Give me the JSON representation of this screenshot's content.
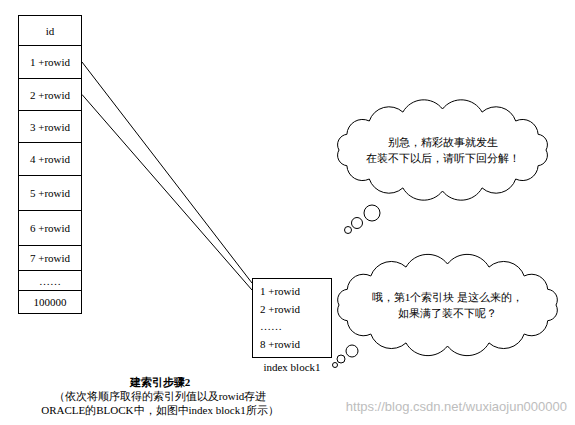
{
  "diagram": {
    "title": "建索引步骤2",
    "caption": "（依次将顺序取得的索引列值以及rowid存进 ORACLE的BLOCK中，如图中index block1所示）",
    "nodes": [
      {
        "text": [
          "id"
        ]
      },
      {
        "text": [
          "1 +rowid"
        ]
      },
      {
        "text": [
          "2 +rowid"
        ]
      },
      {
        "text": [
          "3 +rowid"
        ]
      },
      {
        "text": [
          "4 +rowid"
        ]
      },
      {
        "text": [
          "5 +rowid"
        ]
      },
      {
        "text": [
          "6 +rowid"
        ]
      },
      {
        "text": [
          "7 +rowid"
        ]
      },
      {
        "text": [
          "……"
        ]
      },
      {
        "text": [
          "100000"
        ]
      },
      {
        "text": [
          "别急，精彩故事就发生 在装不下以后，请听下回分解！"
        ]
      },
      {
        "text": [
          "哦，第1个索引块 是这么来的，如果满了装不下呢？"
        ]
      },
      {
        "text": [
          "1 +rowid",
          "2 +rowid",
          "……",
          "8 +rowid",
          "index block1"
        ]
      }
    ],
    "edges": [
      {
        "from": 1,
        "to": 12,
        "arrow": "none"
      },
      {
        "from": 2,
        "to": 12,
        "arrow": "none"
      }
    ],
    "labels": [
      "https://blog.csdn.net/wuxiaojun000000"
    ]
  }
}
